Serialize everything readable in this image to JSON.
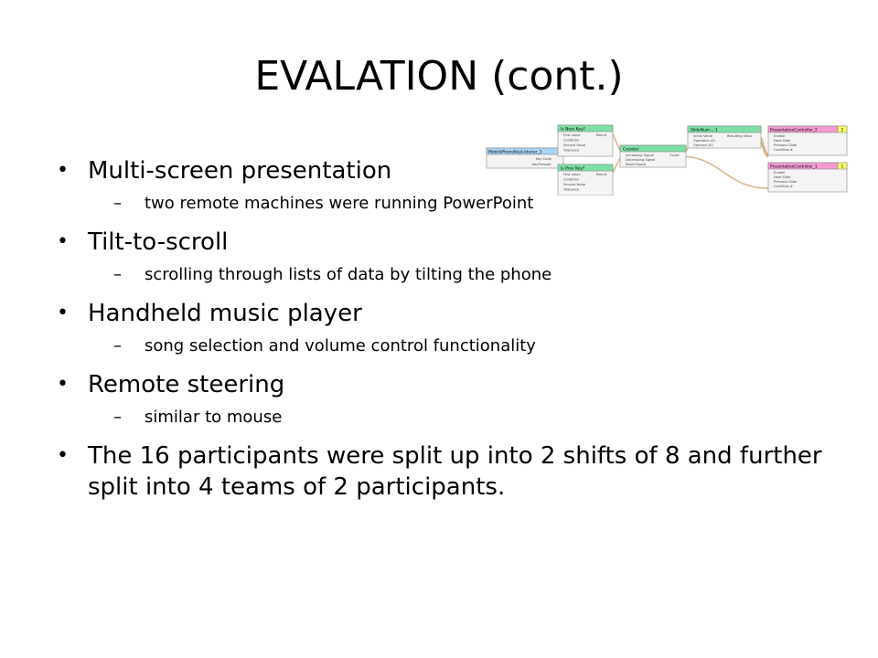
{
  "slide": {
    "title": "EVALATION (cont.)",
    "bullets": [
      {
        "text": "Multi-screen presentation",
        "sub": "two remote machines were running PowerPoint"
      },
      {
        "text": "Tilt-to-scroll",
        "sub": "scrolling through lists of data by tilting the phone"
      },
      {
        "text": "Handheld music player",
        "sub": "song selection and volume control functionality"
      },
      {
        "text": "Remote steering",
        "sub": "similar to mouse"
      },
      {
        "text": "The 16 participants were split up into 2 shifts of 8 and further split into 4 teams of 2 participants.",
        "sub": null
      }
    ],
    "bullet_glyph": "•",
    "dash_glyph": "–"
  },
  "diagram": {
    "nodes": {
      "mobile": {
        "title": "MobilePhoneKeyListener_1",
        "rows": [
          "Key Code",
          "KeyPressed"
        ]
      },
      "next": {
        "title": "Is Next Key?",
        "rows": [
          "First value",
          "Condition",
          "Second Value",
          "Tolerance"
        ],
        "output": "Result"
      },
      "prev": {
        "title": "Is Prev Key?",
        "rows": [
          "First value",
          "Condition",
          "Second Value",
          "Tolerance"
        ],
        "output": "Result"
      },
      "counter": {
        "title": "Counter",
        "rows": [
          "Increasing Signal",
          "Decreasing Signal",
          "Reset Signal"
        ],
        "output": "Count"
      },
      "slidenum": {
        "title": "SlideNum -- 1",
        "rows": [
          "Initial Value",
          "Operation #1",
          "Operand #1"
        ],
        "output": "Resulting Value"
      },
      "pc2": {
        "title": "PresentationController_2",
        "badge": "2",
        "rows": [
          "Enable",
          "Next Slide",
          "Previous Slide",
          "CoinSlide #"
        ]
      },
      "pc1": {
        "title": "PresentationController_1",
        "badge": "1",
        "rows": [
          "Enable",
          "Next Slide",
          "Previous Slide",
          "CoinSlide #"
        ]
      }
    },
    "colors": {
      "blue_header": "#a9d4f5",
      "green_header": "#7ee0a6",
      "pink_header": "#f59ad3",
      "badge_yellow": "#ffff66",
      "wire": "#d8b48a"
    }
  }
}
